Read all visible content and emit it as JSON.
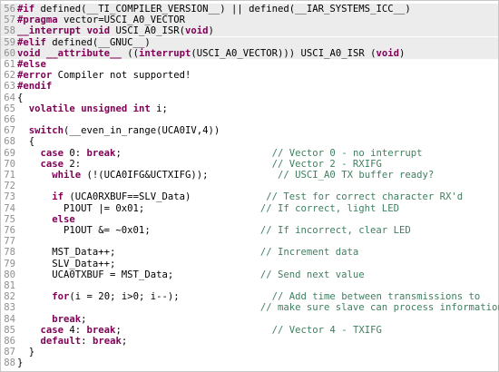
{
  "editor": {
    "lines": [
      {
        "n": "56",
        "hl": true,
        "tokens": [
          [
            "pp",
            "#if"
          ],
          [
            "tx",
            " defined(__TI_COMPILER_VERSION__) || defined(__IAR_SYSTEMS_ICC__)"
          ]
        ]
      },
      {
        "n": "57",
        "hl": true,
        "tokens": [
          [
            "pp",
            "#pragma"
          ],
          [
            "tx",
            " vector=USCI_A0_VECTOR"
          ]
        ]
      },
      {
        "n": "58",
        "hl": true,
        "tokens": [
          [
            "kw",
            "__interrupt"
          ],
          [
            "tx",
            " "
          ],
          [
            "kw",
            "void"
          ],
          [
            "tx",
            " USCI_A0_ISR("
          ],
          [
            "kw",
            "void"
          ],
          [
            "tx",
            ")"
          ]
        ]
      },
      {
        "n": "59",
        "hl": true,
        "tokens": [
          [
            "pp",
            "#elif"
          ],
          [
            "tx",
            " defined(__GNUC__)"
          ]
        ]
      },
      {
        "n": "60",
        "hl": true,
        "tokens": [
          [
            "kw",
            "void"
          ],
          [
            "tx",
            " "
          ],
          [
            "kw",
            "__attribute__"
          ],
          [
            "tx",
            " (("
          ],
          [
            "kw",
            "interrupt"
          ],
          [
            "tx",
            "(USCI_A0_VECTOR))) USCI_A0_ISR ("
          ],
          [
            "kw",
            "void"
          ],
          [
            "tx",
            ")"
          ]
        ]
      },
      {
        "n": "61",
        "hl": false,
        "tokens": [
          [
            "pp",
            "#else"
          ]
        ]
      },
      {
        "n": "62",
        "hl": false,
        "tokens": [
          [
            "pp",
            "#error"
          ],
          [
            "tx",
            " Compiler not supported!"
          ]
        ]
      },
      {
        "n": "63",
        "hl": false,
        "tokens": [
          [
            "pp",
            "#endif"
          ]
        ]
      },
      {
        "n": "64",
        "hl": false,
        "tokens": [
          [
            "tx",
            "{"
          ]
        ]
      },
      {
        "n": "65",
        "hl": false,
        "tokens": [
          [
            "tx",
            "  "
          ],
          [
            "kw",
            "volatile"
          ],
          [
            "tx",
            " "
          ],
          [
            "kw",
            "unsigned"
          ],
          [
            "tx",
            " "
          ],
          [
            "kw",
            "int"
          ],
          [
            "tx",
            " i;"
          ]
        ]
      },
      {
        "n": "66",
        "hl": false,
        "tokens": []
      },
      {
        "n": "67",
        "hl": false,
        "tokens": [
          [
            "tx",
            "  "
          ],
          [
            "kw",
            "switch"
          ],
          [
            "tx",
            "(__even_in_range(UCA0IV,4))"
          ]
        ]
      },
      {
        "n": "68",
        "hl": false,
        "tokens": [
          [
            "tx",
            "  {"
          ]
        ]
      },
      {
        "n": "69",
        "hl": false,
        "tokens": [
          [
            "tx",
            "    "
          ],
          [
            "kw",
            "case"
          ],
          [
            "tx",
            " 0: "
          ],
          [
            "kw",
            "break"
          ],
          [
            "tx",
            ";                          "
          ],
          [
            "cm",
            "// Vector 0 - no interrupt"
          ]
        ]
      },
      {
        "n": "70",
        "hl": false,
        "tokens": [
          [
            "tx",
            "    "
          ],
          [
            "kw",
            "case"
          ],
          [
            "tx",
            " 2:                                 "
          ],
          [
            "cm",
            "// Vector 2 - RXIFG"
          ]
        ]
      },
      {
        "n": "71",
        "hl": false,
        "tokens": [
          [
            "tx",
            "      "
          ],
          [
            "kw",
            "while"
          ],
          [
            "tx",
            " (!(UCA0IFG&UCTXIFG));            "
          ],
          [
            "cm",
            "// USCI_A0 TX buffer ready?"
          ]
        ]
      },
      {
        "n": "72",
        "hl": false,
        "tokens": []
      },
      {
        "n": "73",
        "hl": false,
        "tokens": [
          [
            "tx",
            "      "
          ],
          [
            "kw",
            "if"
          ],
          [
            "tx",
            " (UCA0RXBUF==SLV_Data)             "
          ],
          [
            "cm",
            "// Test for correct character RX'd"
          ]
        ]
      },
      {
        "n": "74",
        "hl": false,
        "tokens": [
          [
            "tx",
            "        P1OUT |= 0x01;                    "
          ],
          [
            "cm",
            "// If correct, light LED"
          ]
        ]
      },
      {
        "n": "75",
        "hl": false,
        "tokens": [
          [
            "tx",
            "      "
          ],
          [
            "kw",
            "else"
          ]
        ]
      },
      {
        "n": "76",
        "hl": false,
        "tokens": [
          [
            "tx",
            "        P1OUT &= ~0x01;                   "
          ],
          [
            "cm",
            "// If incorrect, clear LED"
          ]
        ]
      },
      {
        "n": "77",
        "hl": false,
        "tokens": []
      },
      {
        "n": "78",
        "hl": false,
        "tokens": [
          [
            "tx",
            "      MST_Data++;                         "
          ],
          [
            "cm",
            "// Increment data"
          ]
        ]
      },
      {
        "n": "79",
        "hl": false,
        "tokens": [
          [
            "tx",
            "      SLV_Data++;"
          ]
        ]
      },
      {
        "n": "80",
        "hl": false,
        "tokens": [
          [
            "tx",
            "      UCA0TXBUF = MST_Data;               "
          ],
          [
            "cm",
            "// Send next value"
          ]
        ]
      },
      {
        "n": "81",
        "hl": false,
        "tokens": []
      },
      {
        "n": "82",
        "hl": false,
        "tokens": [
          [
            "tx",
            "      "
          ],
          [
            "kw",
            "for"
          ],
          [
            "tx",
            "(i = 20; i>0; i--);                "
          ],
          [
            "cm",
            "// Add time between transmissions to"
          ]
        ]
      },
      {
        "n": "83",
        "hl": false,
        "tokens": [
          [
            "tx",
            "                                          "
          ],
          [
            "cm",
            "// make sure slave can process information"
          ]
        ]
      },
      {
        "n": "84",
        "hl": false,
        "tokens": [
          [
            "tx",
            "      "
          ],
          [
            "kw",
            "break"
          ],
          [
            "tx",
            ";"
          ]
        ]
      },
      {
        "n": "85",
        "hl": false,
        "tokens": [
          [
            "tx",
            "    "
          ],
          [
            "kw",
            "case"
          ],
          [
            "tx",
            " 4: "
          ],
          [
            "kw",
            "break"
          ],
          [
            "tx",
            ";                          "
          ],
          [
            "cm",
            "// Vector 4 - TXIFG"
          ]
        ]
      },
      {
        "n": "86",
        "hl": false,
        "tokens": [
          [
            "tx",
            "    "
          ],
          [
            "kw",
            "default"
          ],
          [
            "tx",
            ": "
          ],
          [
            "kw",
            "break"
          ],
          [
            "tx",
            ";"
          ]
        ]
      },
      {
        "n": "87",
        "hl": false,
        "tokens": [
          [
            "tx",
            "  }"
          ]
        ]
      },
      {
        "n": "88",
        "hl": false,
        "tokens": [
          [
            "tx",
            "}"
          ]
        ]
      }
    ]
  }
}
